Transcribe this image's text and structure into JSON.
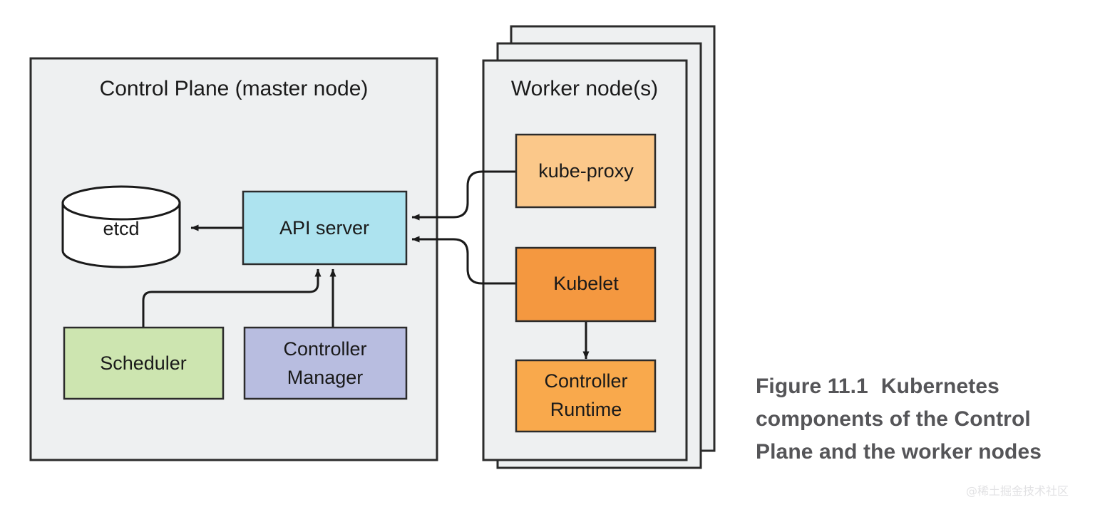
{
  "figure": {
    "caption_label": "Figure 11.1",
    "caption_text": "Kubernetes components of the Control Plane and the worker nodes",
    "watermark": "@稀土掘金技术社区"
  },
  "control_plane": {
    "title": "Control Plane (master node)",
    "panel_color": "#eef0f1",
    "border_color": "#2b2b2b",
    "components": [
      {
        "id": "etcd",
        "label": "etcd",
        "shape": "cylinder",
        "color": "#ffffff"
      },
      {
        "id": "api-server",
        "label": "API server",
        "shape": "rect",
        "color": "#ade3ef"
      },
      {
        "id": "scheduler",
        "label": "Scheduler",
        "shape": "rect",
        "color": "#cde5b0"
      },
      {
        "id": "controller-manager",
        "label_line1": "Controller",
        "label_line2": "Manager",
        "shape": "rect",
        "color": "#b8bde0"
      }
    ]
  },
  "worker_nodes": {
    "title": "Worker node(s)",
    "stack_count": 3,
    "panel_color": "#eef0f1",
    "border_color": "#2b2b2b",
    "components": [
      {
        "id": "kube-proxy",
        "label": "kube-proxy",
        "shape": "rect",
        "color": "#fbc88a"
      },
      {
        "id": "kubelet",
        "label": "Kubelet",
        "shape": "rect",
        "color": "#f49840"
      },
      {
        "id": "controller-runtime",
        "label_line1": "Controller",
        "label_line2": "Runtime",
        "shape": "rect",
        "color": "#f9a94c"
      }
    ]
  },
  "connections": [
    {
      "from": "api-server",
      "to": "etcd",
      "style": "straight-arrow"
    },
    {
      "from": "scheduler",
      "to": "api-server",
      "style": "elbow-arrow"
    },
    {
      "from": "controller-manager",
      "to": "api-server",
      "style": "straight-arrow"
    },
    {
      "from": "kube-proxy",
      "to": "api-server",
      "style": "s-curve-arrow"
    },
    {
      "from": "kubelet",
      "to": "api-server",
      "style": "s-curve-arrow"
    },
    {
      "from": "kubelet",
      "to": "controller-runtime",
      "style": "straight-arrow"
    }
  ]
}
